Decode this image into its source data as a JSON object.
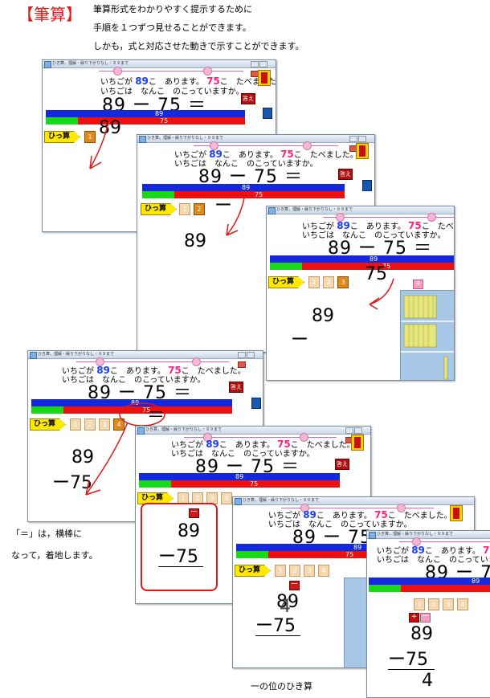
{
  "heading": "【筆算】",
  "intro_lines": [
    "筆算形式をわかりやすく提示するために",
    "手順を１つずつ見せることができます。",
    "しかも，式と対応させた動きで示すことができます。"
  ],
  "app": {
    "window_title": "ひき算，理解・繰り下がりなし・９９まで",
    "question_line1": [
      "いちごが",
      "89",
      "こ　あります。",
      "75",
      "こ　たべました。"
    ],
    "question_line2": "いちごは　なんこ　のこっていますか。",
    "equation": "89 ー 75 ＝",
    "answer_button": "答え",
    "bar_top_label": "89",
    "bar_bottom_label": "75",
    "hissan_button": "ひっ算",
    "step_labels": [
      "1",
      "2",
      "3",
      "4"
    ],
    "minus_sign": "ー",
    "equal_sign": "＝",
    "minuend": "89",
    "subtrahend": "75",
    "minus_row": "ー75",
    "result_ones": "4"
  },
  "notes": {
    "landing_line1": "「＝」は，横棒に",
    "landing_line2": "なって，着地します。",
    "ones_caption": "一の位のひき算"
  }
}
